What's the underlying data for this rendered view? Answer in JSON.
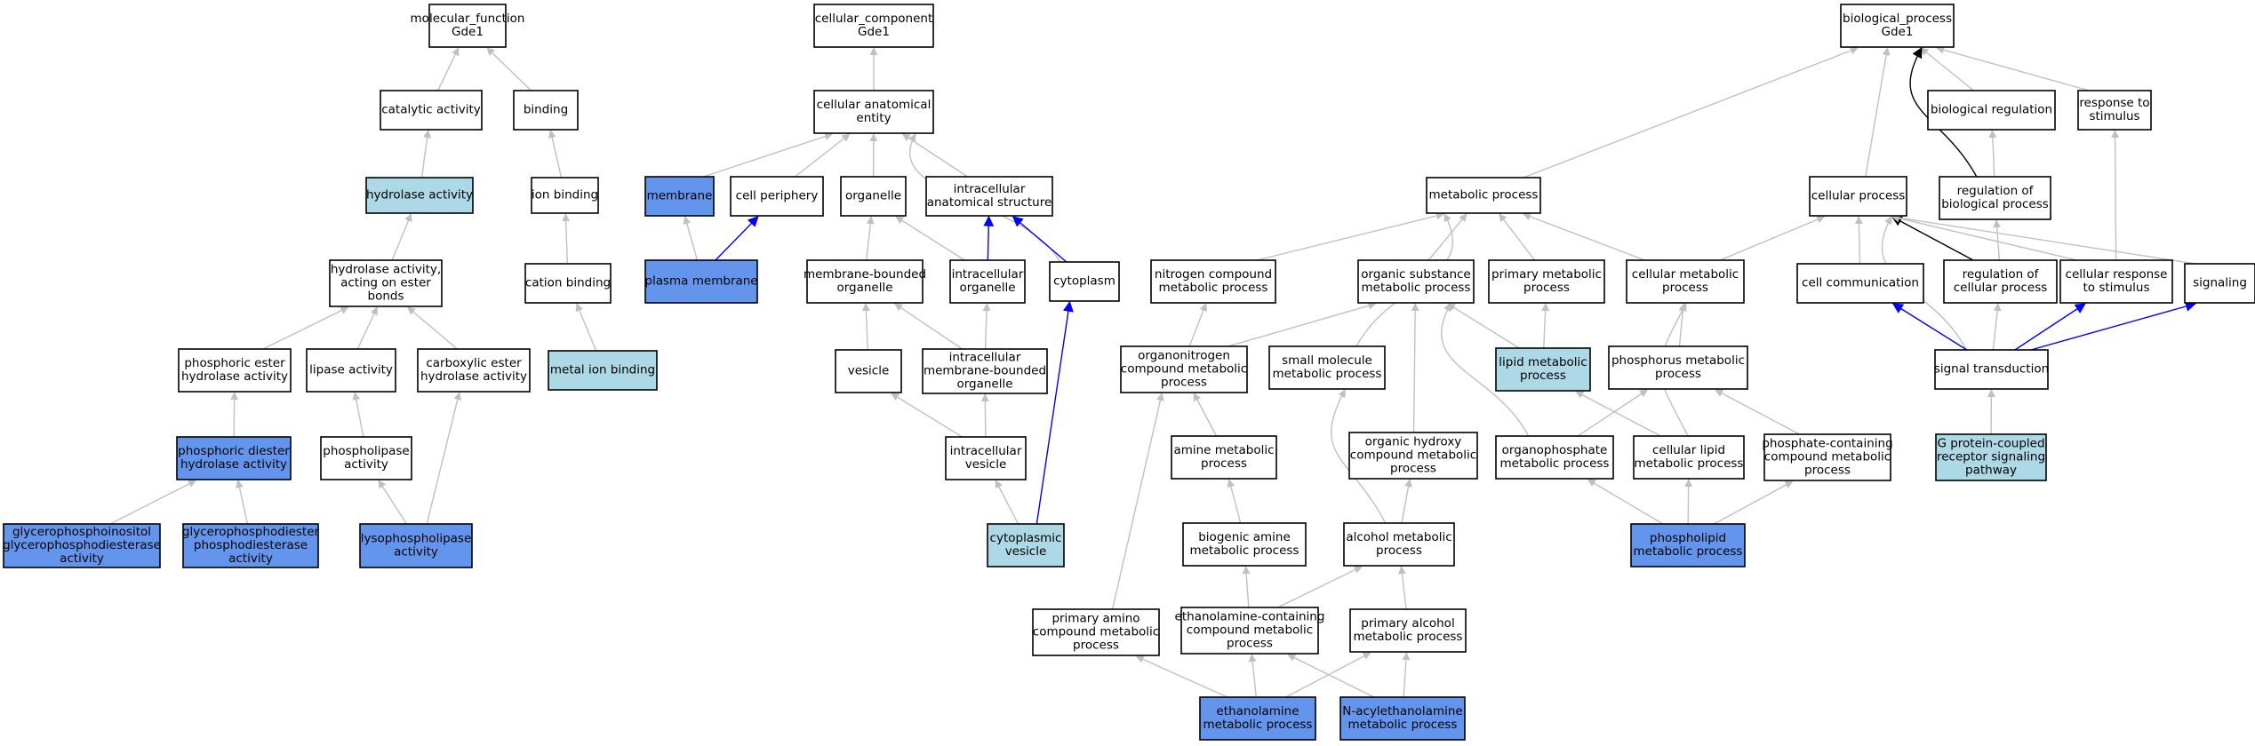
{
  "colors": {
    "plain": "#ffffff",
    "light": "#add8e6",
    "dark": "#6495ed",
    "edge_gray": "#c0c0c0",
    "edge_blue": "#0000ff",
    "edge_black": "#000000"
  },
  "nodes": [
    {
      "id": "mf",
      "lines": [
        "molecular_function",
        "Gde1"
      ],
      "fill": "plain"
    },
    {
      "id": "cat",
      "lines": [
        "catalytic activity"
      ],
      "fill": "plain"
    },
    {
      "id": "bind",
      "lines": [
        "binding"
      ],
      "fill": "plain"
    },
    {
      "id": "hydro",
      "lines": [
        "hydrolase activity"
      ],
      "fill": "light"
    },
    {
      "id": "ionb",
      "lines": [
        "ion binding"
      ],
      "fill": "plain"
    },
    {
      "id": "hest",
      "lines": [
        "hydrolase activity,",
        "acting on ester",
        "bonds"
      ],
      "fill": "plain"
    },
    {
      "id": "cationb",
      "lines": [
        "cation binding"
      ],
      "fill": "plain"
    },
    {
      "id": "phesterh",
      "lines": [
        "phosphoric ester",
        "hydrolase activity"
      ],
      "fill": "plain"
    },
    {
      "id": "lipase",
      "lines": [
        "lipase activity"
      ],
      "fill": "plain"
    },
    {
      "id": "carbox",
      "lines": [
        "carboxylic ester",
        "hydrolase activity"
      ],
      "fill": "plain"
    },
    {
      "id": "metalb",
      "lines": [
        "metal ion binding"
      ],
      "fill": "light"
    },
    {
      "id": "phdiest",
      "lines": [
        "phosphoric diester",
        "hydrolase activity"
      ],
      "fill": "dark"
    },
    {
      "id": "phospholipase",
      "lines": [
        "phospholipase",
        "activity"
      ],
      "fill": "plain"
    },
    {
      "id": "gpi",
      "lines": [
        "glycerophosphoinositol",
        "glycerophosphodiesterase",
        "activity"
      ],
      "fill": "dark"
    },
    {
      "id": "gpd",
      "lines": [
        "glycerophosphodiester",
        "phosphodiesterase",
        "activity"
      ],
      "fill": "dark"
    },
    {
      "id": "lyso",
      "lines": [
        "lysophospholipase",
        "activity"
      ],
      "fill": "dark"
    },
    {
      "id": "cc",
      "lines": [
        "cellular_component",
        "Gde1"
      ],
      "fill": "plain"
    },
    {
      "id": "cae",
      "lines": [
        "cellular anatomical",
        "entity"
      ],
      "fill": "plain"
    },
    {
      "id": "membrane",
      "lines": [
        "membrane"
      ],
      "fill": "dark"
    },
    {
      "id": "cperiph",
      "lines": [
        "cell periphery"
      ],
      "fill": "plain"
    },
    {
      "id": "organelle",
      "lines": [
        "organelle"
      ],
      "fill": "plain"
    },
    {
      "id": "ias",
      "lines": [
        "intracellular",
        "anatomical structure"
      ],
      "fill": "plain"
    },
    {
      "id": "pmem",
      "lines": [
        "plasma membrane"
      ],
      "fill": "dark"
    },
    {
      "id": "mbo",
      "lines": [
        "membrane-bounded",
        "organelle"
      ],
      "fill": "plain"
    },
    {
      "id": "icorg",
      "lines": [
        "intracellular",
        "organelle"
      ],
      "fill": "plain"
    },
    {
      "id": "cyto",
      "lines": [
        "cytoplasm"
      ],
      "fill": "plain"
    },
    {
      "id": "vesicle",
      "lines": [
        "vesicle"
      ],
      "fill": "plain"
    },
    {
      "id": "imbo",
      "lines": [
        "intracellular",
        "membrane-bounded",
        "organelle"
      ],
      "fill": "plain"
    },
    {
      "id": "icves",
      "lines": [
        "intracellular",
        "vesicle"
      ],
      "fill": "plain"
    },
    {
      "id": "cytoves",
      "lines": [
        "cytoplasmic",
        "vesicle"
      ],
      "fill": "light"
    },
    {
      "id": "bp",
      "lines": [
        "biological_process",
        "Gde1"
      ],
      "fill": "plain"
    },
    {
      "id": "bioreg",
      "lines": [
        "biological regulation"
      ],
      "fill": "plain"
    },
    {
      "id": "resp",
      "lines": [
        "response to",
        "stimulus"
      ],
      "fill": "plain"
    },
    {
      "id": "metab",
      "lines": [
        "metabolic process"
      ],
      "fill": "plain"
    },
    {
      "id": "cellproc",
      "lines": [
        "cellular process"
      ],
      "fill": "plain"
    },
    {
      "id": "regbio",
      "lines": [
        "regulation of",
        "biological process"
      ],
      "fill": "plain"
    },
    {
      "id": "nitro",
      "lines": [
        "nitrogen compound",
        "metabolic process"
      ],
      "fill": "plain"
    },
    {
      "id": "orgsub",
      "lines": [
        "organic substance",
        "metabolic process"
      ],
      "fill": "plain"
    },
    {
      "id": "primmet",
      "lines": [
        "primary metabolic",
        "process"
      ],
      "fill": "plain"
    },
    {
      "id": "cellmet",
      "lines": [
        "cellular metabolic",
        "process"
      ],
      "fill": "plain"
    },
    {
      "id": "cellcomm",
      "lines": [
        "cell communication"
      ],
      "fill": "plain"
    },
    {
      "id": "regcell",
      "lines": [
        "regulation of",
        "cellular process"
      ],
      "fill": "plain"
    },
    {
      "id": "cellresp",
      "lines": [
        "cellular response",
        "to stimulus"
      ],
      "fill": "plain"
    },
    {
      "id": "signaling",
      "lines": [
        "signaling"
      ],
      "fill": "plain"
    },
    {
      "id": "orgnitro",
      "lines": [
        "organonitrogen",
        "compound metabolic",
        "process"
      ],
      "fill": "plain"
    },
    {
      "id": "smallmol",
      "lines": [
        "small molecule",
        "metabolic process"
      ],
      "fill": "plain"
    },
    {
      "id": "lipidmet",
      "lines": [
        "lipid metabolic",
        "process"
      ],
      "fill": "light"
    },
    {
      "id": "phosmet",
      "lines": [
        "phosphorus metabolic",
        "process"
      ],
      "fill": "plain"
    },
    {
      "id": "sigtrans",
      "lines": [
        "signal transduction"
      ],
      "fill": "plain"
    },
    {
      "id": "amine",
      "lines": [
        "amine metabolic",
        "process"
      ],
      "fill": "plain"
    },
    {
      "id": "orghydroxy",
      "lines": [
        "organic hydroxy",
        "compound metabolic",
        "process"
      ],
      "fill": "plain"
    },
    {
      "id": "orgphos",
      "lines": [
        "organophosphate",
        "metabolic process"
      ],
      "fill": "plain"
    },
    {
      "id": "celllipid",
      "lines": [
        "cellular lipid",
        "metabolic process"
      ],
      "fill": "plain"
    },
    {
      "id": "phoscont",
      "lines": [
        "phosphate-containing",
        "compound metabolic",
        "process"
      ],
      "fill": "plain"
    },
    {
      "id": "gpcr",
      "lines": [
        "G protein-coupled",
        "receptor signaling",
        "pathway"
      ],
      "fill": "light"
    },
    {
      "id": "biogenic",
      "lines": [
        "biogenic amine",
        "metabolic process"
      ],
      "fill": "plain"
    },
    {
      "id": "alcohol",
      "lines": [
        "alcohol metabolic",
        "process"
      ],
      "fill": "plain"
    },
    {
      "id": "phospholipid",
      "lines": [
        "phospholipid",
        "metabolic process"
      ],
      "fill": "dark"
    },
    {
      "id": "primamino",
      "lines": [
        "primary amino",
        "compound metabolic",
        "process"
      ],
      "fill": "plain"
    },
    {
      "id": "ethcont",
      "lines": [
        "ethanolamine-containing",
        "compound metabolic",
        "process"
      ],
      "fill": "plain"
    },
    {
      "id": "primalc",
      "lines": [
        "primary alcohol",
        "metabolic process"
      ],
      "fill": "plain"
    },
    {
      "id": "ethmet",
      "lines": [
        "ethanolamine",
        "metabolic process"
      ],
      "fill": "dark"
    },
    {
      "id": "nacyl",
      "lines": [
        "N-acylethanolamine",
        "metabolic process"
      ],
      "fill": "dark"
    }
  ],
  "edges": [
    {
      "from": "cat",
      "to": "mf",
      "color": "edge_gray"
    },
    {
      "from": "bind",
      "to": "mf",
      "color": "edge_gray"
    },
    {
      "from": "hydro",
      "to": "cat",
      "color": "edge_gray"
    },
    {
      "from": "ionb",
      "to": "bind",
      "color": "edge_gray"
    },
    {
      "from": "hest",
      "to": "hydro",
      "color": "edge_gray"
    },
    {
      "from": "cationb",
      "to": "ionb",
      "color": "edge_gray"
    },
    {
      "from": "phesterh",
      "to": "hest",
      "color": "edge_gray"
    },
    {
      "from": "lipase",
      "to": "hest",
      "color": "edge_gray"
    },
    {
      "from": "carbox",
      "to": "hest",
      "color": "edge_gray"
    },
    {
      "from": "metalb",
      "to": "cationb",
      "color": "edge_gray"
    },
    {
      "from": "phdiest",
      "to": "phesterh",
      "color": "edge_gray"
    },
    {
      "from": "phospholipase",
      "to": "lipase",
      "color": "edge_gray"
    },
    {
      "from": "gpi",
      "to": "phdiest",
      "color": "edge_gray"
    },
    {
      "from": "gpd",
      "to": "phdiest",
      "color": "edge_gray"
    },
    {
      "from": "lyso",
      "to": "phospholipase",
      "color": "edge_gray"
    },
    {
      "from": "lyso",
      "to": "carbox",
      "color": "edge_gray"
    },
    {
      "from": "cae",
      "to": "cc",
      "color": "edge_gray"
    },
    {
      "from": "membrane",
      "to": "cae",
      "color": "edge_gray"
    },
    {
      "from": "cperiph",
      "to": "cae",
      "color": "edge_gray"
    },
    {
      "from": "organelle",
      "to": "cae",
      "color": "edge_gray"
    },
    {
      "from": "ias",
      "to": "cae",
      "color": "edge_gray"
    },
    {
      "from": "cyto",
      "to": "cae",
      "color": "edge_gray",
      "curve": true
    },
    {
      "from": "pmem",
      "to": "membrane",
      "color": "edge_gray"
    },
    {
      "from": "pmem",
      "to": "cperiph",
      "color": "edge_blue"
    },
    {
      "from": "mbo",
      "to": "organelle",
      "color": "edge_gray"
    },
    {
      "from": "icorg",
      "to": "organelle",
      "color": "edge_gray"
    },
    {
      "from": "icorg",
      "to": "ias",
      "color": "edge_blue"
    },
    {
      "from": "cyto",
      "to": "ias",
      "color": "edge_blue"
    },
    {
      "from": "vesicle",
      "to": "mbo",
      "color": "edge_gray"
    },
    {
      "from": "imbo",
      "to": "mbo",
      "color": "edge_gray"
    },
    {
      "from": "imbo",
      "to": "icorg",
      "color": "edge_gray"
    },
    {
      "from": "icves",
      "to": "vesicle",
      "color": "edge_gray"
    },
    {
      "from": "icves",
      "to": "imbo",
      "color": "edge_gray"
    },
    {
      "from": "cytoves",
      "to": "icves",
      "color": "edge_gray"
    },
    {
      "from": "cytoves",
      "to": "cyto",
      "color": "edge_blue"
    },
    {
      "from": "metab",
      "to": "bp",
      "color": "edge_gray"
    },
    {
      "from": "cellproc",
      "to": "bp",
      "color": "edge_gray"
    },
    {
      "from": "bioreg",
      "to": "bp",
      "color": "edge_gray"
    },
    {
      "from": "resp",
      "to": "bp",
      "color": "edge_gray"
    },
    {
      "from": "regbio",
      "to": "bp",
      "color": "edge_black",
      "curve": true
    },
    {
      "from": "regbio",
      "to": "bioreg",
      "color": "edge_gray"
    },
    {
      "from": "nitro",
      "to": "metab",
      "color": "edge_gray"
    },
    {
      "from": "orgsub",
      "to": "metab",
      "color": "edge_gray"
    },
    {
      "from": "primmet",
      "to": "metab",
      "color": "edge_gray"
    },
    {
      "from": "cellmet",
      "to": "metab",
      "color": "edge_gray"
    },
    {
      "from": "smallmol",
      "to": "metab",
      "color": "edge_gray",
      "curve": true
    },
    {
      "from": "cellmet",
      "to": "cellproc",
      "color": "edge_gray"
    },
    {
      "from": "cellcomm",
      "to": "cellproc",
      "color": "edge_gray"
    },
    {
      "from": "regcell",
      "to": "cellproc",
      "color": "edge_black"
    },
    {
      "from": "cellresp",
      "to": "cellproc",
      "color": "edge_gray"
    },
    {
      "from": "signaling",
      "to": "cellproc",
      "color": "edge_gray"
    },
    {
      "from": "regcell",
      "to": "regbio",
      "color": "edge_gray"
    },
    {
      "from": "cellresp",
      "to": "resp",
      "color": "edge_gray"
    },
    {
      "from": "sigtrans",
      "to": "cellproc",
      "color": "edge_gray",
      "curve": true
    },
    {
      "from": "orgnitro",
      "to": "nitro",
      "color": "edge_gray"
    },
    {
      "from": "orgnitro",
      "to": "orgsub",
      "color": "edge_gray"
    },
    {
      "from": "lipidmet",
      "to": "orgsub",
      "color": "edge_gray"
    },
    {
      "from": "lipidmet",
      "to": "primmet",
      "color": "edge_gray"
    },
    {
      "from": "phosmet",
      "to": "cellmet",
      "color": "edge_gray"
    },
    {
      "from": "orghydroxy",
      "to": "orgsub",
      "color": "edge_gray"
    },
    {
      "from": "orgphos",
      "to": "orgsub",
      "color": "edge_gray",
      "curve": true
    },
    {
      "from": "celllipid",
      "to": "lipidmet",
      "color": "edge_gray"
    },
    {
      "from": "celllipid",
      "to": "cellmet",
      "color": "edge_gray",
      "curve": true
    },
    {
      "from": "phoscont",
      "to": "phosmet",
      "color": "edge_gray"
    },
    {
      "from": "orgphos",
      "to": "phosmet",
      "color": "edge_gray"
    },
    {
      "from": "sigtrans",
      "to": "cellcomm",
      "color": "edge_blue"
    },
    {
      "from": "sigtrans",
      "to": "regcell",
      "color": "edge_gray"
    },
    {
      "from": "sigtrans",
      "to": "cellresp",
      "color": "edge_blue"
    },
    {
      "from": "sigtrans",
      "to": "signaling",
      "color": "edge_blue"
    },
    {
      "from": "gpcr",
      "to": "sigtrans",
      "color": "edge_gray"
    },
    {
      "from": "amine",
      "to": "orgnitro",
      "color": "edge_gray"
    },
    {
      "from": "biogenic",
      "to": "amine",
      "color": "edge_gray"
    },
    {
      "from": "alcohol",
      "to": "orghydroxy",
      "color": "edge_gray"
    },
    {
      "from": "alcohol",
      "to": "smallmol",
      "color": "edge_gray",
      "curve": true
    },
    {
      "from": "phospholipid",
      "to": "orgphos",
      "color": "edge_gray"
    },
    {
      "from": "phospholipid",
      "to": "celllipid",
      "color": "edge_gray"
    },
    {
      "from": "phospholipid",
      "to": "phoscont",
      "color": "edge_gray"
    },
    {
      "from": "primamino",
      "to": "orgnitro",
      "color": "edge_gray"
    },
    {
      "from": "ethcont",
      "to": "biogenic",
      "color": "edge_gray"
    },
    {
      "from": "ethcont",
      "to": "alcohol",
      "color": "edge_gray"
    },
    {
      "from": "primalc",
      "to": "alcohol",
      "color": "edge_gray"
    },
    {
      "from": "ethmet",
      "to": "primamino",
      "color": "edge_gray"
    },
    {
      "from": "ethmet",
      "to": "ethcont",
      "color": "edge_gray"
    },
    {
      "from": "ethmet",
      "to": "primalc",
      "color": "edge_gray"
    },
    {
      "from": "nacyl",
      "to": "ethcont",
      "color": "edge_gray"
    },
    {
      "from": "nacyl",
      "to": "primalc",
      "color": "edge_gray"
    }
  ]
}
